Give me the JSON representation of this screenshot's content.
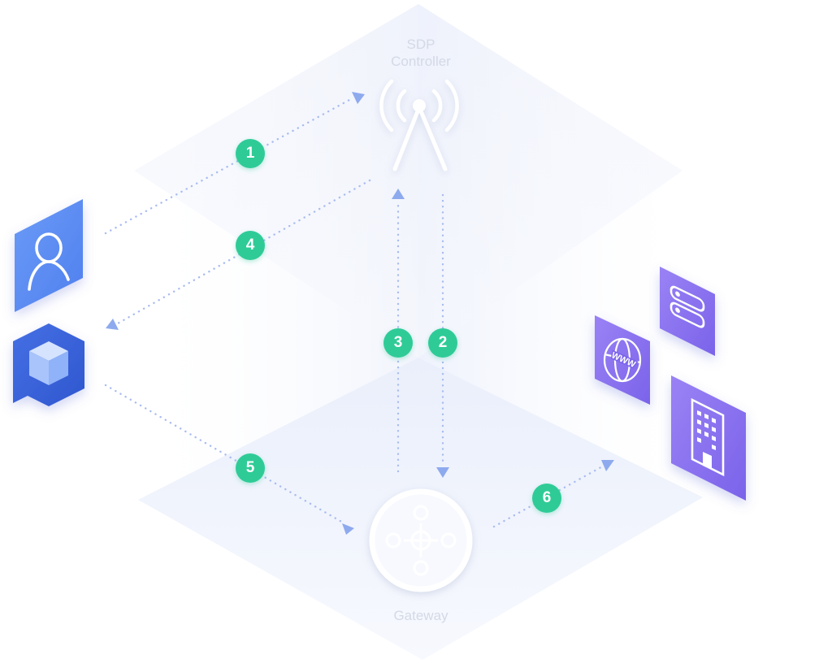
{
  "diagram": {
    "controller": {
      "label_line1": "SDP",
      "label_line2": "Controller",
      "icon": "antenna-icon"
    },
    "gateway": {
      "label": "Gateway",
      "icon": "network-hub-icon"
    },
    "client": {
      "user_icon": "user-icon",
      "agent_icon": "cube-icon"
    },
    "resources": [
      {
        "icon": "globe-www-icon",
        "text": "WWW"
      },
      {
        "icon": "server-icon"
      },
      {
        "icon": "office-building-icon"
      }
    ],
    "steps": [
      "1",
      "2",
      "3",
      "4",
      "5",
      "6"
    ],
    "colors": {
      "step_badge": "#2fcb97",
      "arrow": "#9fb4ee",
      "user_tile": "#5b8ef3",
      "agent_tile": "#3a63db",
      "resource_tile": "#8a6ff0",
      "label": "#d3d9e6"
    }
  }
}
